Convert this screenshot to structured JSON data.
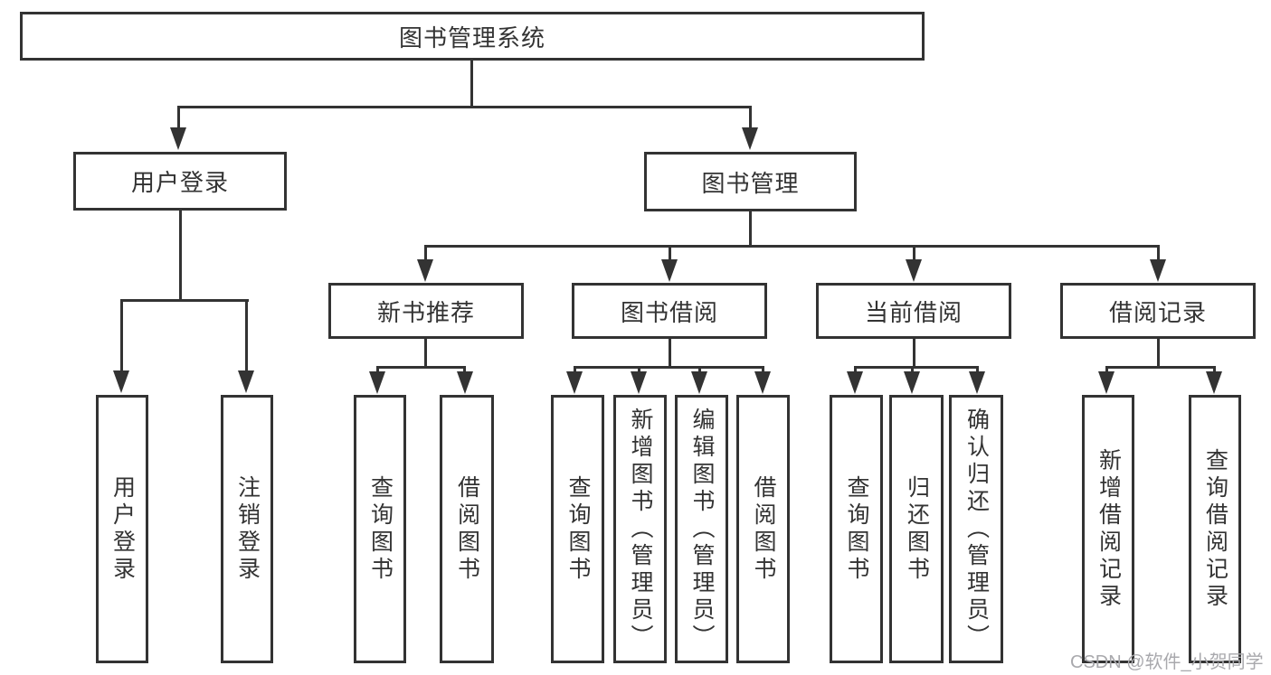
{
  "nodes": {
    "root": "图书管理系统",
    "user_login": "用户登录",
    "book_mgmt": "图书管理",
    "new_book_rec": "新书推荐",
    "book_borrow": "图书借阅",
    "current_borrow": "当前借阅",
    "borrow_record": "借阅记录",
    "ul_user_login": "用户登录",
    "ul_logout": "注销登录",
    "nbr_query_book": "查询图书",
    "nbr_borrow_book": "借阅图书",
    "bb_query_book": "查询图书",
    "bb_add_book": "新增图书（管理员）",
    "bb_edit_book": "编辑图书（管理员）",
    "bb_borrow_book": "借阅图书",
    "cb_query_book": "查询图书",
    "cb_return_book": "归还图书",
    "cb_confirm_return": "确认归还（管理员）",
    "br_add_record": "新增借阅记录",
    "br_query_record": "查询借阅记录"
  },
  "watermark": "CSDN @软件_小贺同学",
  "colors": {
    "line": "#333333",
    "text": "#333333",
    "watermark": "#a9a9ad",
    "background": "#ffffff"
  }
}
